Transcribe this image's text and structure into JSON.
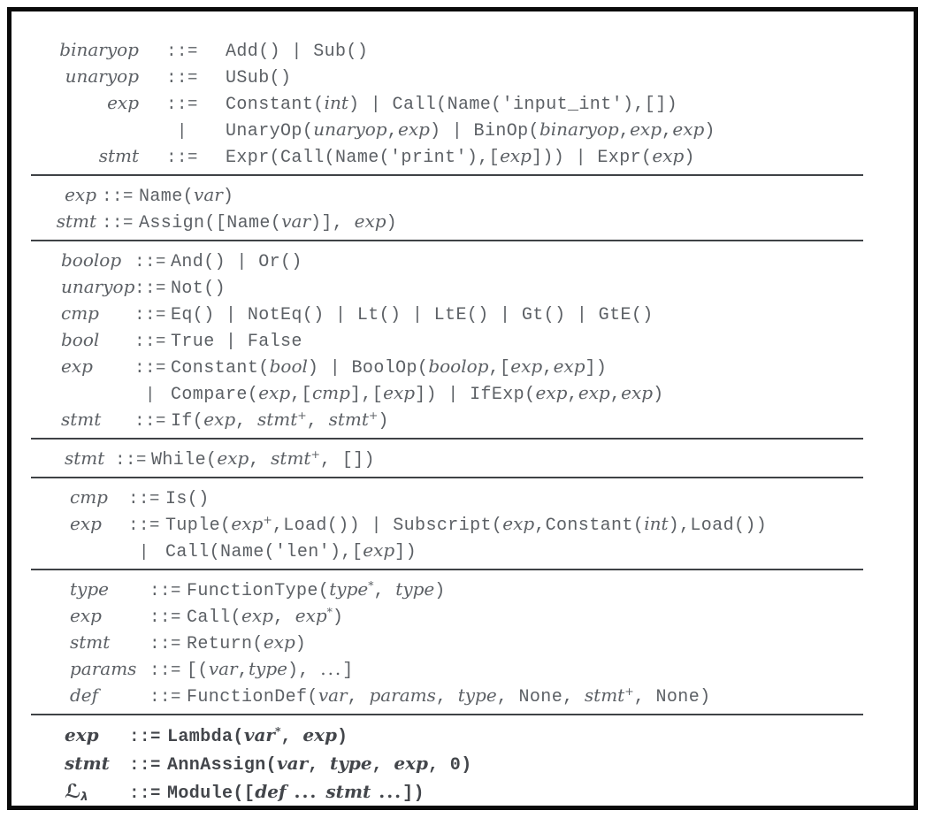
{
  "palette": {
    "background": "#ffffff",
    "border": "#0a0a0a",
    "text": "#5c6065",
    "emphasis_text": "#43464b",
    "divider": "#3f4246"
  },
  "figure": {
    "kind": "concrete-grammar-figure",
    "defines_operator": "::=",
    "alternative_operator": "|",
    "sections": [
      {
        "emphasis": false,
        "rows": [
          {
            "lhs": [
              {
                "k": "v",
                "t": "binaryop"
              }
            ],
            "op": "::=",
            "rhs": [
              {
                "k": "c",
                "t": "Add() | Sub()"
              }
            ]
          },
          {
            "lhs": [
              {
                "k": "v",
                "t": "unaryop"
              }
            ],
            "op": "::=",
            "rhs": [
              {
                "k": "c",
                "t": "USub()"
              }
            ]
          },
          {
            "lhs": [
              {
                "k": "v",
                "t": "exp"
              }
            ],
            "op": "::=",
            "rhs": [
              {
                "k": "c",
                "t": "Constant("
              },
              {
                "k": "v",
                "t": "int"
              },
              {
                "k": "c",
                "t": ") | Call(Name('input_int'),[])"
              }
            ]
          },
          {
            "lhs": [],
            "op": "|",
            "rhs": [
              {
                "k": "c",
                "t": "UnaryOp("
              },
              {
                "k": "v",
                "t": "unaryop"
              },
              {
                "k": "c",
                "t": ","
              },
              {
                "k": "v",
                "t": "exp"
              },
              {
                "k": "c",
                "t": ") | BinOp("
              },
              {
                "k": "v",
                "t": "binaryop"
              },
              {
                "k": "c",
                "t": ","
              },
              {
                "k": "v",
                "t": "exp"
              },
              {
                "k": "c",
                "t": ","
              },
              {
                "k": "v",
                "t": "exp"
              },
              {
                "k": "c",
                "t": ")"
              }
            ]
          },
          {
            "lhs": [
              {
                "k": "v",
                "t": "stmt"
              }
            ],
            "op": "::=",
            "rhs": [
              {
                "k": "c",
                "t": "Expr(Call(Name('print'),["
              },
              {
                "k": "v",
                "t": "exp"
              },
              {
                "k": "c",
                "t": "])) | Expr("
              },
              {
                "k": "v",
                "t": "exp"
              },
              {
                "k": "c",
                "t": ")"
              }
            ]
          }
        ]
      },
      {
        "emphasis": false,
        "rows": [
          {
            "lhs": [
              {
                "k": "v",
                "t": "exp"
              }
            ],
            "op": "::=",
            "rhs": [
              {
                "k": "c",
                "t": "Name("
              },
              {
                "k": "v",
                "t": "var"
              },
              {
                "k": "c",
                "t": ")"
              }
            ]
          },
          {
            "lhs": [
              {
                "k": "v",
                "t": "stmt"
              }
            ],
            "op": "::=",
            "rhs": [
              {
                "k": "c",
                "t": "Assign([Name("
              },
              {
                "k": "v",
                "t": "var"
              },
              {
                "k": "c",
                "t": ")], "
              },
              {
                "k": "v",
                "t": "exp"
              },
              {
                "k": "c",
                "t": ")"
              }
            ]
          }
        ]
      },
      {
        "emphasis": false,
        "rows": [
          {
            "lhs": [
              {
                "k": "v",
                "t": "boolop"
              }
            ],
            "op": "::=",
            "rhs": [
              {
                "k": "c",
                "t": "And() | Or()"
              }
            ]
          },
          {
            "lhs": [
              {
                "k": "v",
                "t": "unaryop"
              }
            ],
            "op": "::=",
            "rhs": [
              {
                "k": "c",
                "t": "Not()"
              }
            ]
          },
          {
            "lhs": [
              {
                "k": "v",
                "t": "cmp"
              }
            ],
            "op": "::=",
            "rhs": [
              {
                "k": "c",
                "t": "Eq() | NotEq() | Lt() | LtE() | Gt() | GtE()"
              }
            ]
          },
          {
            "lhs": [
              {
                "k": "v",
                "t": "bool"
              }
            ],
            "op": "::=",
            "rhs": [
              {
                "k": "c",
                "t": "True | False"
              }
            ]
          },
          {
            "lhs": [
              {
                "k": "v",
                "t": "exp"
              }
            ],
            "op": "::=",
            "rhs": [
              {
                "k": "c",
                "t": "Constant("
              },
              {
                "k": "v",
                "t": "bool"
              },
              {
                "k": "c",
                "t": ") | BoolOp("
              },
              {
                "k": "v",
                "t": "boolop"
              },
              {
                "k": "c",
                "t": ",["
              },
              {
                "k": "v",
                "t": "exp"
              },
              {
                "k": "c",
                "t": ","
              },
              {
                "k": "v",
                "t": "exp"
              },
              {
                "k": "c",
                "t": "])"
              }
            ]
          },
          {
            "lhs": [],
            "op": "|",
            "rhs": [
              {
                "k": "c",
                "t": "Compare("
              },
              {
                "k": "v",
                "t": "exp"
              },
              {
                "k": "c",
                "t": ",["
              },
              {
                "k": "v",
                "t": "cmp"
              },
              {
                "k": "c",
                "t": "],["
              },
              {
                "k": "v",
                "t": "exp"
              },
              {
                "k": "c",
                "t": "]) | IfExp("
              },
              {
                "k": "v",
                "t": "exp"
              },
              {
                "k": "c",
                "t": ","
              },
              {
                "k": "v",
                "t": "exp"
              },
              {
                "k": "c",
                "t": ","
              },
              {
                "k": "v",
                "t": "exp"
              },
              {
                "k": "c",
                "t": ")"
              }
            ]
          },
          {
            "lhs": [
              {
                "k": "v",
                "t": "stmt"
              }
            ],
            "op": "::=",
            "rhs": [
              {
                "k": "c",
                "t": "If("
              },
              {
                "k": "v",
                "t": "exp"
              },
              {
                "k": "c",
                "t": ", "
              },
              {
                "k": "v",
                "t": "stmt"
              },
              {
                "k": "s",
                "t": "+"
              },
              {
                "k": "c",
                "t": ", "
              },
              {
                "k": "v",
                "t": "stmt"
              },
              {
                "k": "s",
                "t": "+"
              },
              {
                "k": "c",
                "t": ")"
              }
            ]
          }
        ]
      },
      {
        "emphasis": false,
        "rows": [
          {
            "lhs": [
              {
                "k": "v",
                "t": "stmt"
              }
            ],
            "op": "::=",
            "rhs": [
              {
                "k": "c",
                "t": "While("
              },
              {
                "k": "v",
                "t": "exp"
              },
              {
                "k": "c",
                "t": ", "
              },
              {
                "k": "v",
                "t": "stmt"
              },
              {
                "k": "s",
                "t": "+"
              },
              {
                "k": "c",
                "t": ", [])"
              }
            ]
          }
        ]
      },
      {
        "emphasis": false,
        "rows": [
          {
            "lhs": [
              {
                "k": "v",
                "t": "cmp"
              }
            ],
            "op": "::=",
            "rhs": [
              {
                "k": "c",
                "t": "Is()"
              }
            ]
          },
          {
            "lhs": [
              {
                "k": "v",
                "t": "exp"
              }
            ],
            "op": "::=",
            "rhs": [
              {
                "k": "c",
                "t": "Tuple("
              },
              {
                "k": "v",
                "t": "exp"
              },
              {
                "k": "s",
                "t": "+"
              },
              {
                "k": "c",
                "t": ",Load()) | Subscript("
              },
              {
                "k": "v",
                "t": "exp"
              },
              {
                "k": "c",
                "t": ",Constant("
              },
              {
                "k": "v",
                "t": "int"
              },
              {
                "k": "c",
                "t": "),Load())"
              }
            ]
          },
          {
            "lhs": [],
            "op": "|",
            "rhs": [
              {
                "k": "c",
                "t": "Call(Name('len'),["
              },
              {
                "k": "v",
                "t": "exp"
              },
              {
                "k": "c",
                "t": "])"
              }
            ]
          }
        ]
      },
      {
        "emphasis": false,
        "rows": [
          {
            "lhs": [
              {
                "k": "v",
                "t": "type"
              }
            ],
            "op": "::=",
            "rhs": [
              {
                "k": "c",
                "t": "FunctionType("
              },
              {
                "k": "v",
                "t": "type"
              },
              {
                "k": "s",
                "t": "*"
              },
              {
                "k": "c",
                "t": ", "
              },
              {
                "k": "v",
                "t": "type"
              },
              {
                "k": "c",
                "t": ")"
              }
            ]
          },
          {
            "lhs": [
              {
                "k": "v",
                "t": "exp"
              }
            ],
            "op": "::=",
            "rhs": [
              {
                "k": "c",
                "t": "Call("
              },
              {
                "k": "v",
                "t": "exp"
              },
              {
                "k": "c",
                "t": ", "
              },
              {
                "k": "v",
                "t": "exp"
              },
              {
                "k": "s",
                "t": "*"
              },
              {
                "k": "c",
                "t": ")"
              }
            ]
          },
          {
            "lhs": [
              {
                "k": "v",
                "t": "stmt"
              }
            ],
            "op": "::=",
            "rhs": [
              {
                "k": "c",
                "t": "Return("
              },
              {
                "k": "v",
                "t": "exp"
              },
              {
                "k": "c",
                "t": ")"
              }
            ]
          },
          {
            "lhs": [
              {
                "k": "v",
                "t": "params"
              }
            ],
            "op": "::=",
            "rhs": [
              {
                "k": "c",
                "t": "[("
              },
              {
                "k": "v",
                "t": "var"
              },
              {
                "k": "c",
                "t": ","
              },
              {
                "k": "v",
                "t": "type"
              },
              {
                "k": "c",
                "t": "), "
              },
              {
                "k": "e",
                "t": "..."
              },
              {
                "k": "c",
                "t": "]"
              }
            ]
          },
          {
            "lhs": [
              {
                "k": "v",
                "t": "def"
              }
            ],
            "op": "::=",
            "rhs": [
              {
                "k": "c",
                "t": "FunctionDef("
              },
              {
                "k": "v",
                "t": "var"
              },
              {
                "k": "c",
                "t": ", "
              },
              {
                "k": "v",
                "t": "params"
              },
              {
                "k": "c",
                "t": ", "
              },
              {
                "k": "v",
                "t": "type"
              },
              {
                "k": "c",
                "t": ", None, "
              },
              {
                "k": "v",
                "t": "stmt"
              },
              {
                "k": "s",
                "t": "+"
              },
              {
                "k": "c",
                "t": ", None)"
              }
            ]
          }
        ]
      },
      {
        "emphasis": true,
        "rows": [
          {
            "lhs": [
              {
                "k": "v",
                "t": "exp"
              }
            ],
            "op": "::=",
            "rhs": [
              {
                "k": "c",
                "t": "Lambda("
              },
              {
                "k": "v",
                "t": "var"
              },
              {
                "k": "s",
                "t": "*"
              },
              {
                "k": "c",
                "t": ", "
              },
              {
                "k": "v",
                "t": "exp"
              },
              {
                "k": "c",
                "t": ")"
              }
            ]
          },
          {
            "lhs": [
              {
                "k": "v",
                "t": "stmt"
              }
            ],
            "op": "::=",
            "rhs": [
              {
                "k": "c",
                "t": "AnnAssign("
              },
              {
                "k": "v",
                "t": "var"
              },
              {
                "k": "c",
                "t": ", "
              },
              {
                "k": "v",
                "t": "type"
              },
              {
                "k": "c",
                "t": ", "
              },
              {
                "k": "v",
                "t": "exp"
              },
              {
                "k": "c",
                "t": ", 0)"
              }
            ]
          },
          {
            "lhs": [
              {
                "k": "cal",
                "t": "ℒ"
              },
              {
                "k": "sub",
                "t": "λ"
              }
            ],
            "op": "::=",
            "rhs": [
              {
                "k": "c",
                "t": "Module(["
              },
              {
                "k": "v",
                "t": "def"
              },
              {
                "k": "e",
                "t": " ... "
              },
              {
                "k": "v",
                "t": "stmt"
              },
              {
                "k": "e",
                "t": " ..."
              },
              {
                "k": "c",
                "t": "])"
              }
            ]
          }
        ]
      }
    ]
  }
}
